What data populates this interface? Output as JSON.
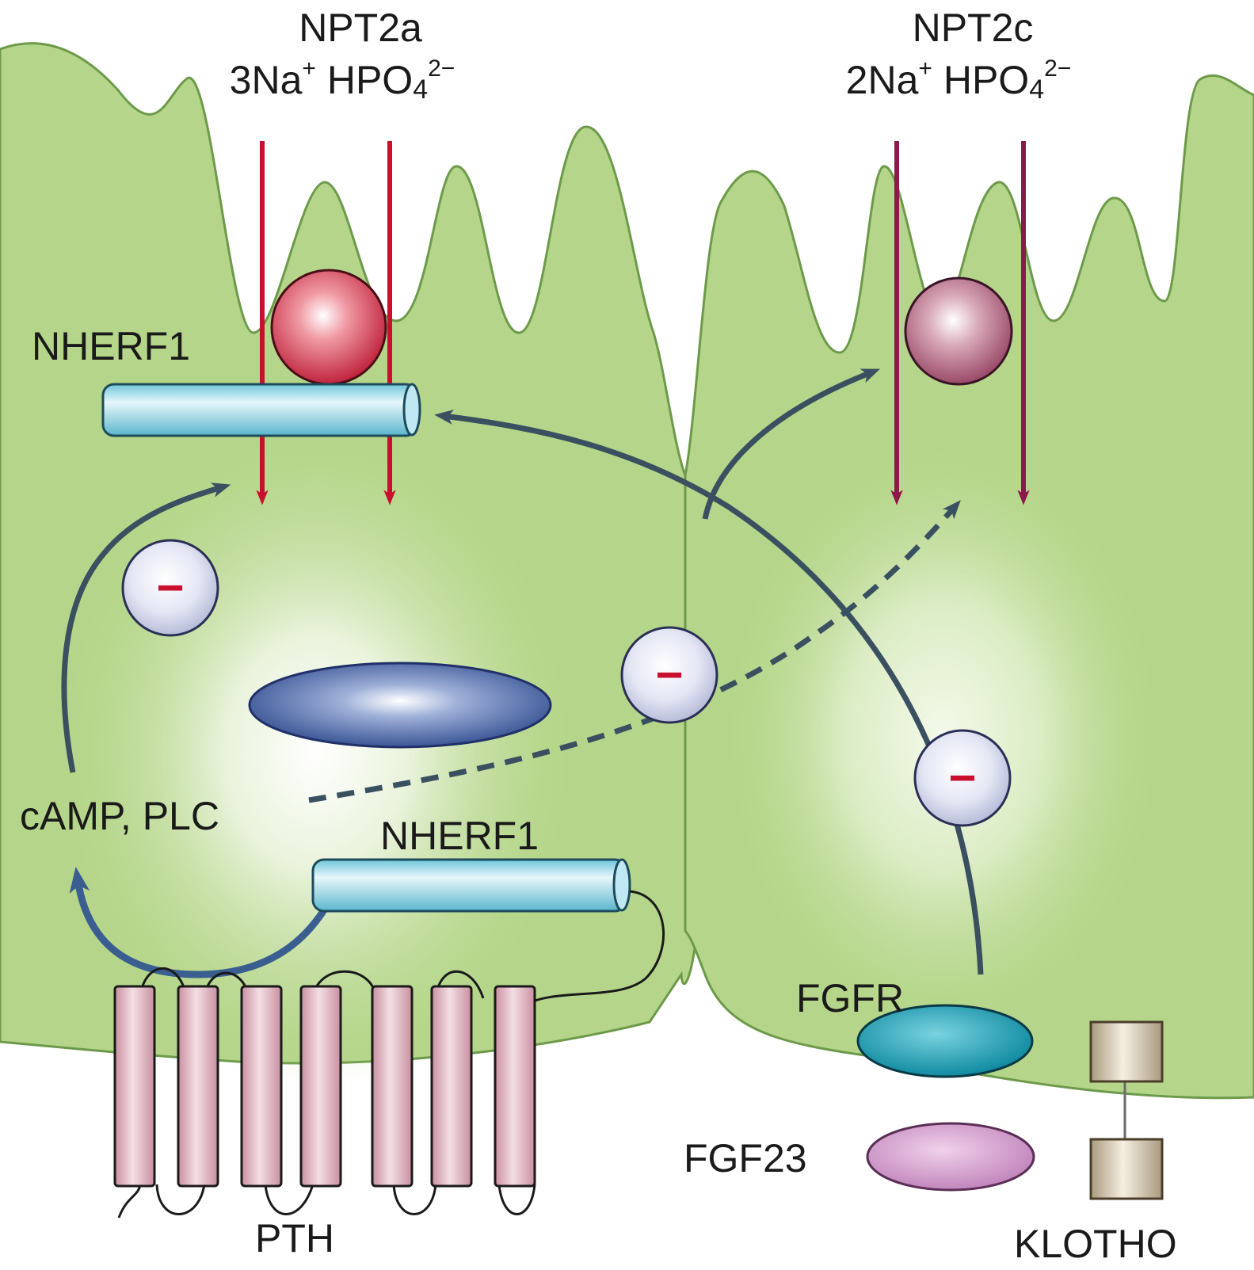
{
  "transporters": {
    "npt2a": {
      "name": "NPT2a",
      "ions_prefix": "3Na",
      "ions_plus": "+",
      "ions_anion": "HPO",
      "ions_sub": "4",
      "ions_charge": "2−"
    },
    "npt2c": {
      "name": "NPT2c",
      "ions_prefix": "2Na",
      "ions_plus": "+",
      "ions_anion": "HPO",
      "ions_sub": "4",
      "ions_charge": "2−"
    }
  },
  "labels": {
    "nherf1_top": "NHERF1",
    "nherf1_bottom": "NHERF1",
    "camp_plc": "cAMP, PLC",
    "fgfr": "FGFR",
    "fgf23": "FGF23",
    "klotho": "KLOTHO",
    "pth": "PTH"
  },
  "inhibition_symbol": "−",
  "colors": {
    "cell": "#b5d68a",
    "cell_stroke": "#6d9a4a",
    "npt2a_arrow": "#c8102e",
    "npt2c_arrow": "#8b1a4a",
    "signal_arrow": "#3a5060",
    "camp_arrow": "#3b5e91",
    "nherf1": "#9fd9e8",
    "pth_receptor": "#e4b9c4",
    "fgfr": "#1a9bb0",
    "fgf23": "#cf9ecb",
    "klotho": "#e8ddc8",
    "nucleus": "#4a6aa8"
  }
}
